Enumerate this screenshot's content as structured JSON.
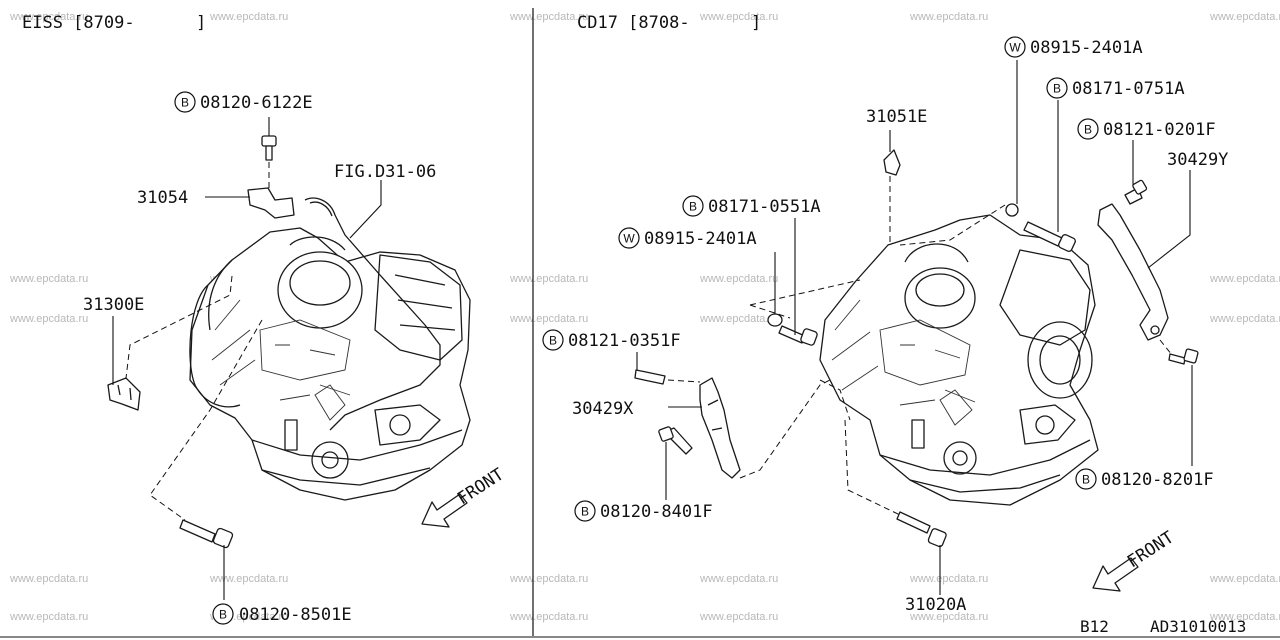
{
  "panels": {
    "left": {
      "header": "EISS [8709-      ]"
    },
    "right": {
      "header": "CD17 [8708-      ]"
    }
  },
  "callouts": {
    "left_b_6122": {
      "prefix": "B",
      "code": "08120-6122E"
    },
    "left_31054": {
      "code": "31054"
    },
    "left_fig": {
      "code": "FIG.D31-06"
    },
    "left_31300e": {
      "code": "31300E"
    },
    "left_b_8501": {
      "prefix": "B",
      "code": "08120-8501E"
    },
    "right_w_2401_top": {
      "prefix": "W",
      "code": "08915-2401A"
    },
    "right_b_0751": {
      "prefix": "B",
      "code": "08171-0751A"
    },
    "right_31051e": {
      "code": "31051E"
    },
    "right_b_0201": {
      "prefix": "B",
      "code": "08121-0201F"
    },
    "right_30429y": {
      "code": "30429Y"
    },
    "right_b_0551": {
      "prefix": "B",
      "code": "08171-0551A"
    },
    "right_w_2401_mid": {
      "prefix": "W",
      "code": "08915-2401A"
    },
    "right_b_0351": {
      "prefix": "B",
      "code": "08121-0351F"
    },
    "right_30429x": {
      "code": "30429X"
    },
    "right_b_8401": {
      "prefix": "B",
      "code": "08120-8401F"
    },
    "right_b_8201": {
      "prefix": "B",
      "code": "08120-8201F"
    },
    "right_31020a": {
      "code": "31020A"
    }
  },
  "front_labels": {
    "left": "FRONT",
    "right": "FRONT"
  },
  "footer": {
    "page_code": "B12",
    "diagram_id": "AD31010013"
  },
  "watermark": "www.epcdata.ru"
}
